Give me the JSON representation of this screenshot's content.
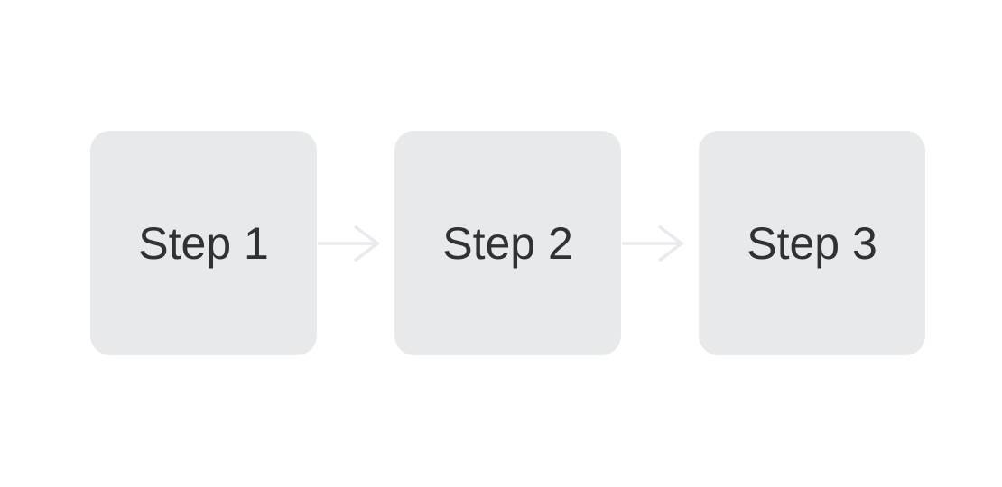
{
  "theme": {
    "background_color": "#ffffff",
    "node_fill_color": "#e8e9eb",
    "node_text_color": "#2f3235",
    "arrow_color": "#e9eaee"
  },
  "diagram": {
    "type": "flowchart",
    "direction": "left-to-right",
    "nodes": [
      {
        "id": "step-1",
        "label": "Step 1"
      },
      {
        "id": "step-2",
        "label": "Step 2"
      },
      {
        "id": "step-3",
        "label": "Step 3"
      }
    ],
    "connections": [
      {
        "from": "step-1",
        "to": "step-2",
        "style": "arrow-right"
      },
      {
        "from": "step-2",
        "to": "step-3",
        "style": "arrow-right"
      }
    ]
  }
}
